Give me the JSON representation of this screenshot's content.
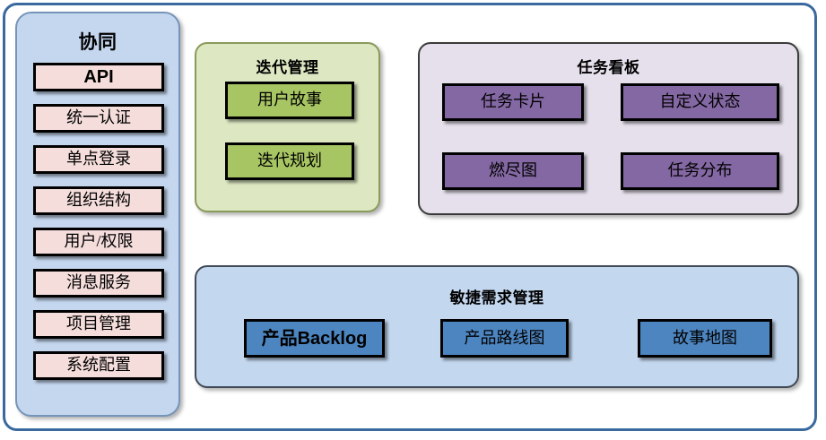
{
  "diagram": {
    "sidebar": {
      "title": "协同",
      "items": [
        {
          "label": "API",
          "style": "bold"
        },
        {
          "label": "统一认证",
          "style": "normal"
        },
        {
          "label": "单点登录",
          "style": "normal"
        },
        {
          "label": "组织结构",
          "style": "normal"
        },
        {
          "label": "用户/权限",
          "style": "normal"
        },
        {
          "label": "消息服务",
          "style": "normal"
        },
        {
          "label": "项目管理",
          "style": "normal"
        },
        {
          "label": "系统配置",
          "style": "normal"
        }
      ]
    },
    "iteration": {
      "title": "迭代管理",
      "items": [
        {
          "label": "用户故事"
        },
        {
          "label": "迭代规划"
        }
      ]
    },
    "taskboard": {
      "title": "任务看板",
      "items": [
        {
          "label": "任务卡片"
        },
        {
          "label": "自定义状态"
        },
        {
          "label": "燃尽图"
        },
        {
          "label": "任务分布"
        }
      ]
    },
    "agile": {
      "title": "敏捷需求管理",
      "items": [
        {
          "label": "产品Backlog"
        },
        {
          "label": "产品路线图"
        },
        {
          "label": "故事地图"
        }
      ]
    },
    "colors": {
      "frame_border": "#3a699e",
      "sidebar_bg": "#c5d7ef",
      "sidebar_card": "#f4dddb",
      "iteration_bg": "#dde8c3",
      "iteration_card": "#a8c563",
      "taskboard_bg": "#e6e0ec",
      "taskboard_card": "#8468a3",
      "agile_bg": "#c3d7ef",
      "agile_card": "#4d85c0"
    }
  }
}
